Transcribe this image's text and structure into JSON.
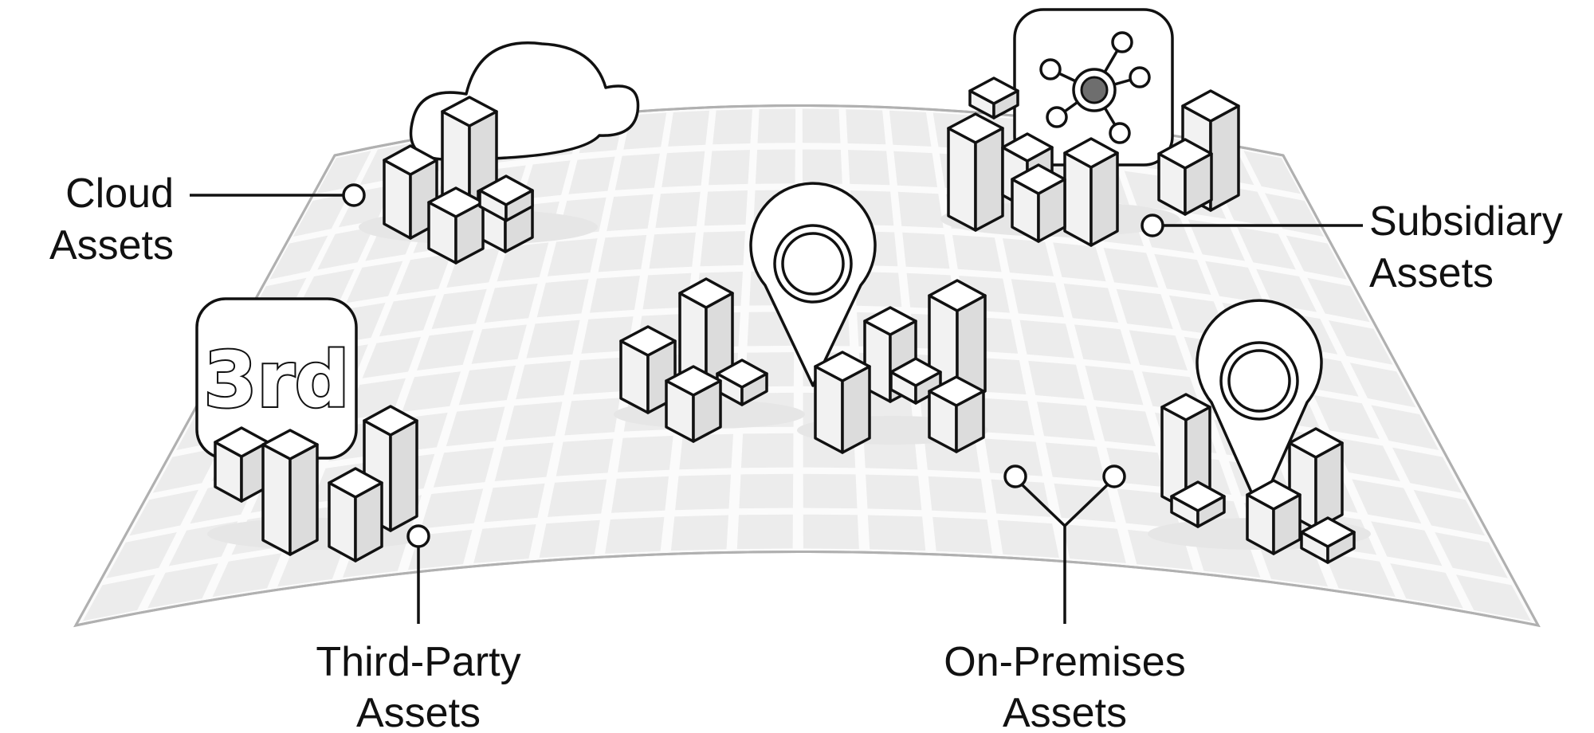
{
  "labels": {
    "cloud": {
      "line1": "Cloud",
      "line2": "Assets"
    },
    "subsidiary": {
      "line1": "Subsidiary",
      "line2": "Assets"
    },
    "third_party": {
      "line1": "Third-Party",
      "line2": "Assets"
    },
    "on_premises": {
      "line1": "On-Premises",
      "line2": "Assets"
    }
  },
  "badges": {
    "third": "3rd"
  },
  "icons": [
    "cloud-icon",
    "network-hub-icon",
    "third-party-badge-icon",
    "location-pin-icon",
    "building-cluster-icon"
  ],
  "colors": {
    "line": "#111111",
    "face_top": "#ffffff",
    "face_left": "#f2f2f2",
    "face_right": "#dcdcdc",
    "grid": "#ececec",
    "map_edge": "#b0b0b0"
  }
}
